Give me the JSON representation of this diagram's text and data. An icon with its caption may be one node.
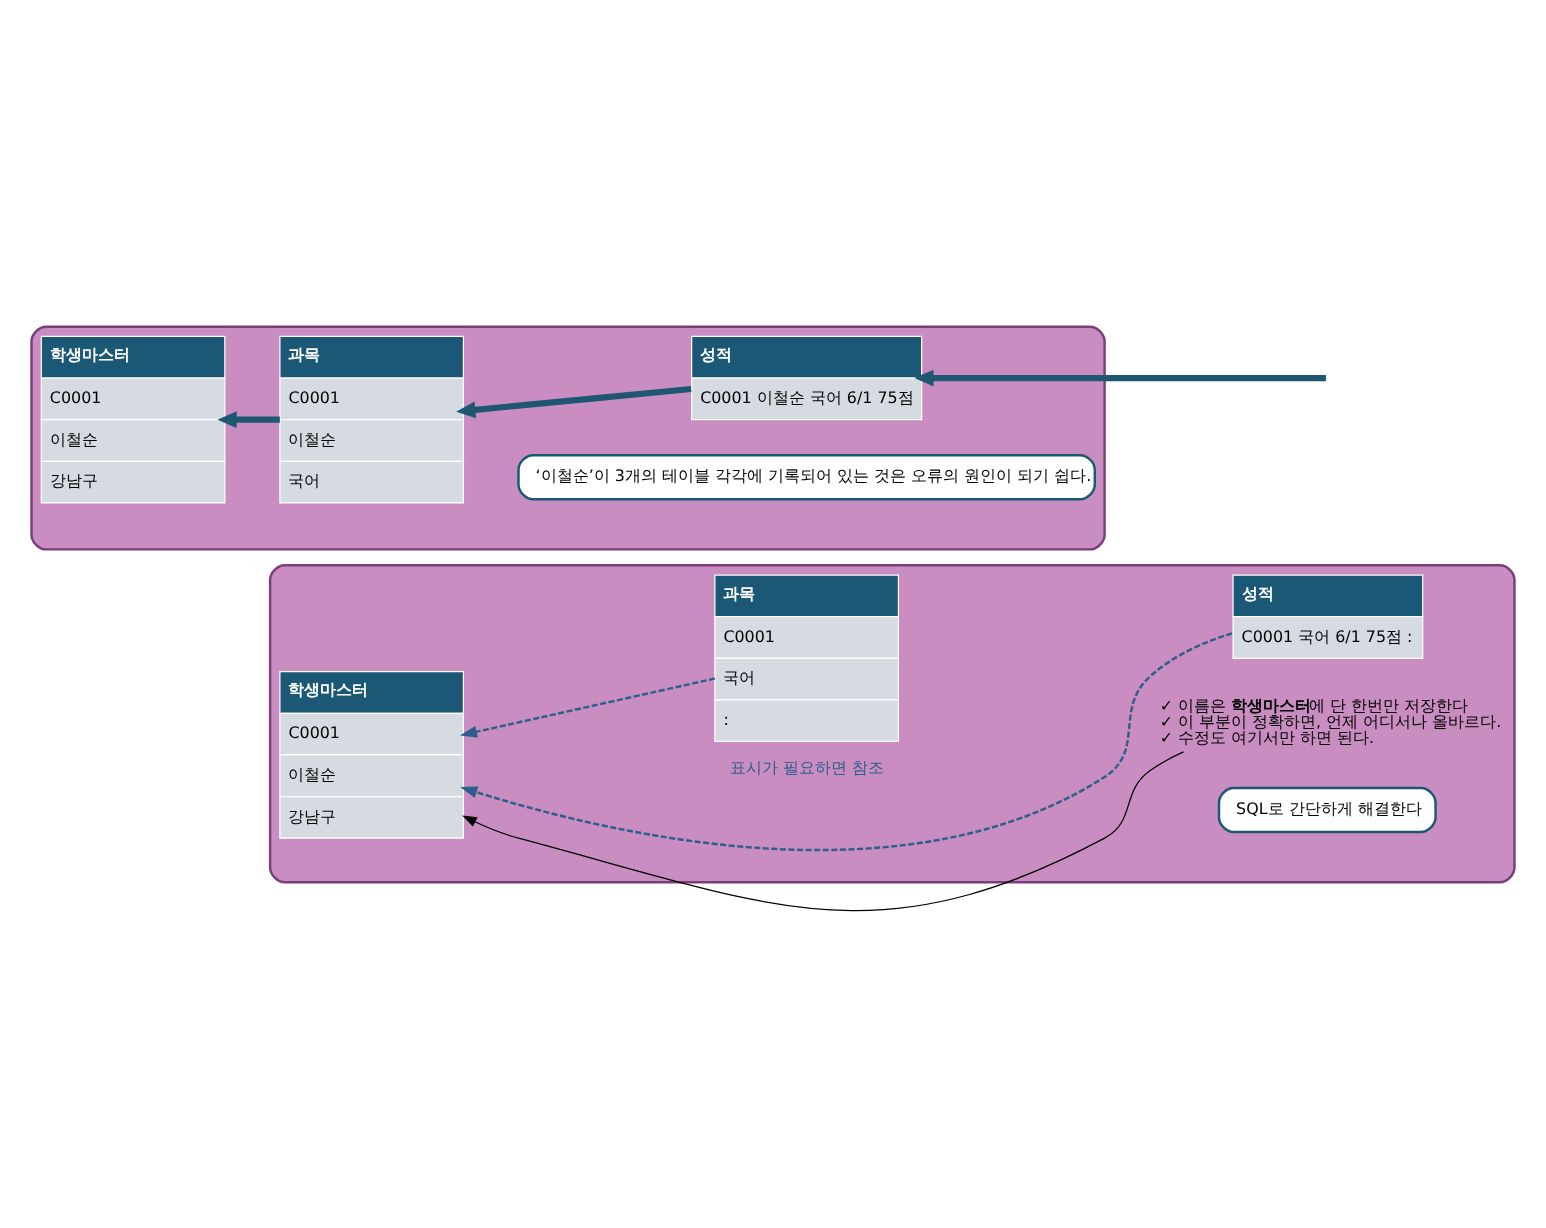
{
  "diagram": {
    "nodes": [
      {
        "text": [],
        "shape": "box"
      },
      {
        "text": [
          "학생마스터",
          "C0001",
          "이철순",
          "강남구"
        ],
        "in": 0
      },
      {
        "text": [
          "과목",
          "C0001",
          "이철순",
          "국어"
        ],
        "in": 0
      },
      {
        "text": [
          "성적",
          "C0001 이철순 국어 6/1 75점"
        ],
        "in": 0
      },
      {
        "text": [
          "‘이철순’이 3개의 테이블 각각에 기록되어 있는 것은 오류의 원인이 되기 쉽다."
        ],
        "in": 0
      },
      {
        "text": [],
        "shape": "box"
      },
      {
        "text": [
          "학생마스터",
          "C0001",
          "이철순",
          "강남구"
        ],
        "in": 5
      },
      {
        "text": [
          "과목",
          "C0001",
          "국어",
          ":"
        ],
        "in": 5
      },
      {
        "text": [
          "성적",
          "C0001 국어 6/1 75점 :"
        ],
        "in": 5
      },
      {
        "text": [
          "✓ 이름은 **학생마스터**에 단 한번만 저장한다",
          "✓ 이 부분이 정확하면, 언제 어디서나 올바르다.",
          "✓ 수정도 여기서만 하면 된다."
        ],
        "in": 5
      },
      {
        "text": [
          "SQL로 간단하게 해결한다"
        ],
        "in": 5
      }
    ],
    "edges": [
      {
        "from": 2,
        "to": 1,
        "arrow": "to",
        "style": "thick",
        "color": "#1f5672"
      },
      {
        "from": 3,
        "to": 2,
        "arrow": "to",
        "style": "thick",
        "color": "#1f5672"
      },
      {
        "from": null,
        "to": 3,
        "arrow": "to",
        "style": "thick",
        "color": "#1f5672"
      },
      {
        "from": 7,
        "to": 6,
        "arrow": "to",
        "style": "dashed",
        "color": "#2e5f8a"
      },
      {
        "from": 8,
        "to": 6,
        "arrow": "to",
        "style": "dashed",
        "color": "#2e5f8a",
        "label": "표시가 필요하면 참조"
      },
      {
        "from": 9,
        "to": 6,
        "arrow": "to",
        "color": "#000000"
      }
    ]
  }
}
